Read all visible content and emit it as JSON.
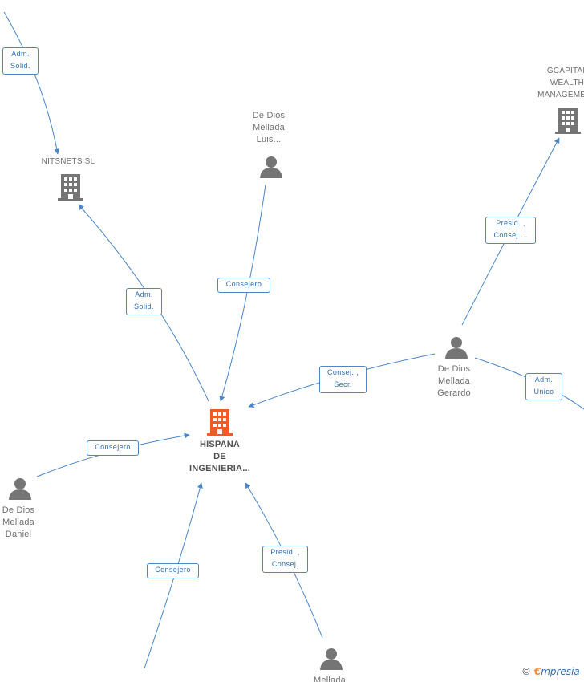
{
  "nodes": {
    "center": {
      "label": "HISPANA\nDE\nINGENIERIA...",
      "kind": "company-highlight"
    },
    "nitsnets": {
      "label": "NITSNETS SL",
      "kind": "company"
    },
    "gcapital": {
      "label": "GCAPITAL\nWEALTH\nMANAGEMENT",
      "kind": "company"
    },
    "luis": {
      "label": "De Dios\nMellada\nLuis...",
      "kind": "person"
    },
    "gerardo": {
      "label": "De Dios\nMellada\nGerardo",
      "kind": "person"
    },
    "daniel": {
      "label": "De Dios\nMellada\nDaniel",
      "kind": "person"
    },
    "mellada_bottom": {
      "label": "Mellada",
      "kind": "person"
    }
  },
  "edges": {
    "adm_solid_top": "Adm.\nSolid.",
    "adm_solid_nitsnets": "Adm.\nSolid.",
    "consejero_luis": "Consejero",
    "presid_consej_gcapital": "Presid. ,\nConsej....",
    "consej_secr": "Consej. ,\nSecr.",
    "adm_unico": "Adm.\nUnico",
    "consejero_daniel": "Consejero",
    "consejero_bottom": "Consejero",
    "presid_consej_bottom": "Presid. ,\nConsej."
  },
  "colors": {
    "edge": "#4a86c8",
    "icon_gray": "#757575",
    "icon_highlight": "#f05a28"
  },
  "brand": {
    "copyright": "©",
    "name": "mpresia",
    "initial": "€"
  }
}
